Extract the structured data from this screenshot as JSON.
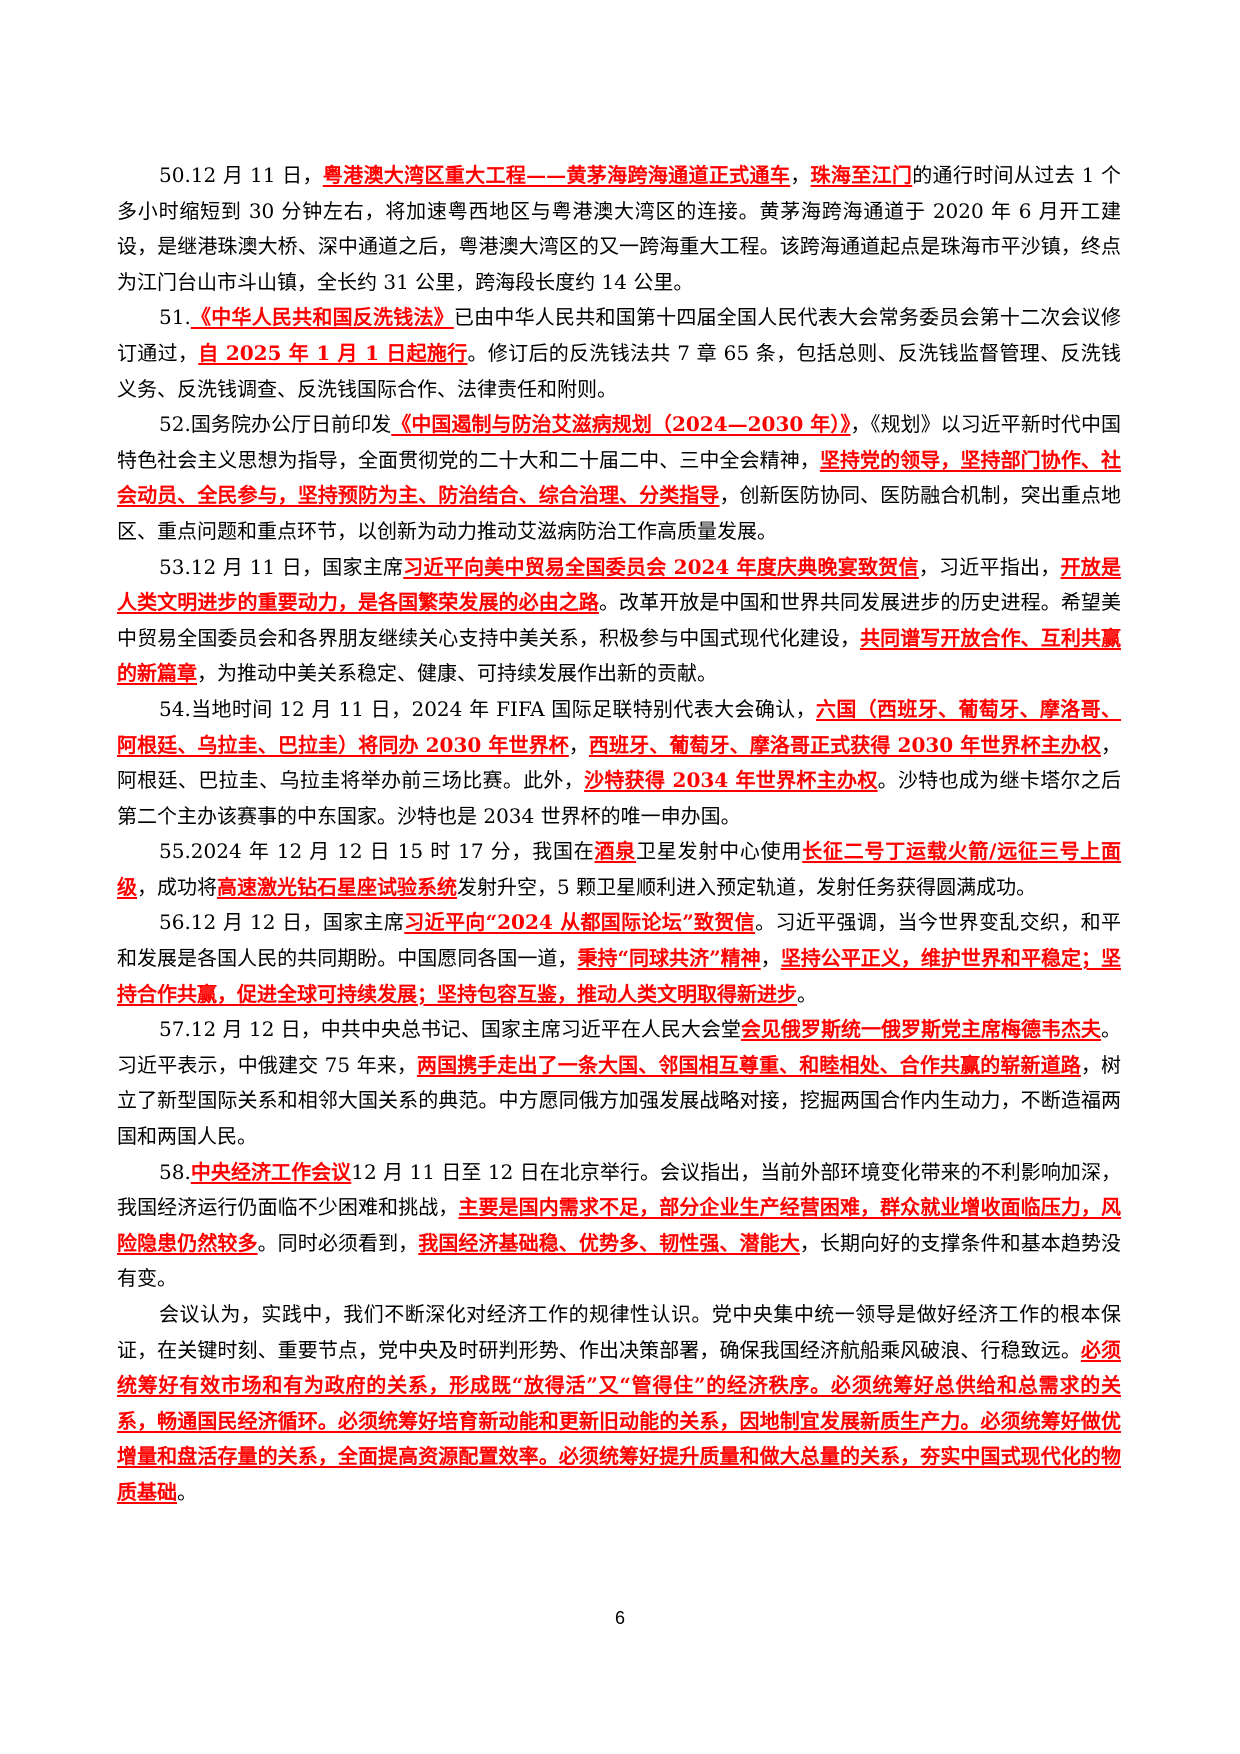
{
  "page_number": "6",
  "paragraphs": [
    {
      "segments": [
        {
          "t": "50.12 月 11 日，"
        },
        {
          "t": "粤港澳大湾区重大工程——黄茅海跨海通道正式通车",
          "hl": true
        },
        {
          "t": "，"
        },
        {
          "t": "珠海至江门",
          "hl": true
        },
        {
          "t": "的通行时间从过去 1 个多小时缩短到 30 分钟左右，将加速粤西地区与粤港澳大湾区的连接。黄茅海跨海通道于 2020 年 6 月开工建设，是继港珠澳大桥、深中通道之后，粤港澳大湾区的又一跨海重大工程。该跨海通道起点是珠海市平沙镇，终点为江门台山市斗山镇，全长约 31 公里，跨海段长度约 14 公里。"
        }
      ]
    },
    {
      "segments": [
        {
          "t": "51."
        },
        {
          "t": "《中华人民共和国反洗钱法》",
          "hl": true
        },
        {
          "t": "已由中华人民共和国第十四届全国人民代表大会常务委员会第十二次会议修订通过，"
        },
        {
          "t": "自 2025 年 1 月 1 日起施行",
          "hl": true
        },
        {
          "t": "。修订后的反洗钱法共 7 章 65 条，包括总则、反洗钱监督管理、反洗钱义务、反洗钱调查、反洗钱国际合作、法律责任和附则。"
        }
      ]
    },
    {
      "segments": [
        {
          "t": "52.国务院办公厅日前印发"
        },
        {
          "t": "《中国遏制与防治艾滋病规划（2024—2030 年）》",
          "hl": true
        },
        {
          "t": "，《规划》以习近平新时代中国特色社会主义思想为指导，全面贯彻党的二十大和二十届二中、三中全会精神，"
        },
        {
          "t": "坚持党的领导，坚持部门协作、社会动员、全民参与，坚持预防为主、防治结合、综合治理、分类指导",
          "hl": true
        },
        {
          "t": "，创新医防协同、医防融合机制，突出重点地区、重点问题和重点环节，以创新为动力推动艾滋病防治工作高质量发展。"
        }
      ]
    },
    {
      "segments": [
        {
          "t": "53.12 月 11 日，国家主席"
        },
        {
          "t": "习近平向美中贸易全国委员会 2024 年度庆典晚宴致贺信",
          "hl": true
        },
        {
          "t": "，习近平指出，"
        },
        {
          "t": "开放是人类文明进步的重要动力，是各国繁荣发展的必由之路",
          "hl": true
        },
        {
          "t": "。改革开放是中国和世界共同发展进步的历史进程。希望美中贸易全国委员会和各界朋友继续关心支持中美关系，积极参与中国式现代化建设，"
        },
        {
          "t": "共同谱写开放合作、互利共赢的新篇章",
          "hl": true
        },
        {
          "t": "，为推动中美关系稳定、健康、可持续发展作出新的贡献。"
        }
      ]
    },
    {
      "segments": [
        {
          "t": "54.当地时间 12 月 11 日，2024 年 FIFA 国际足联特别代表大会确认，"
        },
        {
          "t": "六国（西班牙、葡萄牙、摩洛哥、阿根廷、乌拉圭、巴拉圭）将同办 2030 年世界杯",
          "hl": true
        },
        {
          "t": "，"
        },
        {
          "t": "西班牙、葡萄牙、摩洛哥正式获得 2030 年世界杯主办权",
          "hl": true
        },
        {
          "t": "，阿根廷、巴拉圭、乌拉圭将举办前三场比赛。此外，"
        },
        {
          "t": "沙特获得 2034 年世界杯主办权",
          "hl": true
        },
        {
          "t": "。沙特也成为继卡塔尔之后第二个主办该赛事的中东国家。沙特也是 2034 世界杯的唯一申办国。"
        }
      ]
    },
    {
      "segments": [
        {
          "t": "55.2024 年 12 月 12 日 15 时 17 分，我国在"
        },
        {
          "t": "酒泉",
          "hl": true
        },
        {
          "t": "卫星发射中心使用"
        },
        {
          "t": "长征二号丁运载火箭/远征三号上面级",
          "hl": true
        },
        {
          "t": "，成功将"
        },
        {
          "t": "高速激光钻石星座试验系统",
          "hl": true
        },
        {
          "t": "发射升空，5 颗卫星顺利进入预定轨道，发射任务获得圆满成功。"
        }
      ]
    },
    {
      "segments": [
        {
          "t": "56.12 月 12 日，国家主席"
        },
        {
          "t": "习近平向“2024 从都国际论坛”致贺信",
          "hl": true
        },
        {
          "t": "。习近平强调，当今世界变乱交织，和平和发展是各国人民的共同期盼。中国愿同各国一道，"
        },
        {
          "t": "秉持“同球共济”精神",
          "hl": true
        },
        {
          "t": "，"
        },
        {
          "t": "坚持公平正义，维护世界和平稳定；坚持合作共赢，促进全球可持续发展；坚持包容互鉴，推动人类文明取得新进步",
          "hl": true
        },
        {
          "t": "。"
        }
      ]
    },
    {
      "segments": [
        {
          "t": "57.12 月 12 日，中共中央总书记、国家主席习近平在人民大会堂"
        },
        {
          "t": "会见俄罗斯统一俄罗斯党主席梅德韦杰夫",
          "hl": true
        },
        {
          "t": "。习近平表示，中俄建交 75 年来，"
        },
        {
          "t": "两国携手走出了一条大国、邻国相互尊重、和睦相处、合作共赢的崭新道路",
          "hl": true
        },
        {
          "t": "，树立了新型国际关系和相邻大国关系的典范。中方愿同俄方加强发展战略对接，挖掘两国合作内生动力，不断造福两国和两国人民。"
        }
      ]
    },
    {
      "segments": [
        {
          "t": "58."
        },
        {
          "t": "中央经济工作会议",
          "hl": true
        },
        {
          "t": "12 月 11 日至 12 日在北京举行。会议指出，当前外部环境变化带来的不利影响加深，我国经济运行仍面临不少困难和挑战，"
        },
        {
          "t": "主要是国内需求不足，部分企业生产经营困难，群众就业增收面临压力，风险隐患仍然较多",
          "hl": true
        },
        {
          "t": "。同时必须看到，"
        },
        {
          "t": "我国经济基础稳、优势多、韧性强、潜能大",
          "hl": true
        },
        {
          "t": "，长期向好的支撑条件和基本趋势没有变。"
        }
      ]
    },
    {
      "segments": [
        {
          "t": "会议认为，实践中，我们不断深化对经济工作的规律性认识。党中央集中统一领导是做好经济工作的根本保证，在关键时刻、重要节点，党中央及时研判形势、作出决策部署，确保我国经济航船乘风破浪、行稳致远。"
        },
        {
          "t": "必须统筹好有效市场和有为政府的关系，形成既“放得活”又“管得住”的经济秩序。必须统筹好总供给和总需求的关系，畅通国民经济循环。必须统筹好培育新动能和更新旧动能的关系，因地制宜发展新质生产力。必须统筹好做优增量和盘活存量的关系，全面提高资源配置效率。必须统筹好提升质量和做大总量的关系，夯实中国式现代化的物质基础",
          "hl": true
        },
        {
          "t": "。"
        }
      ]
    }
  ]
}
